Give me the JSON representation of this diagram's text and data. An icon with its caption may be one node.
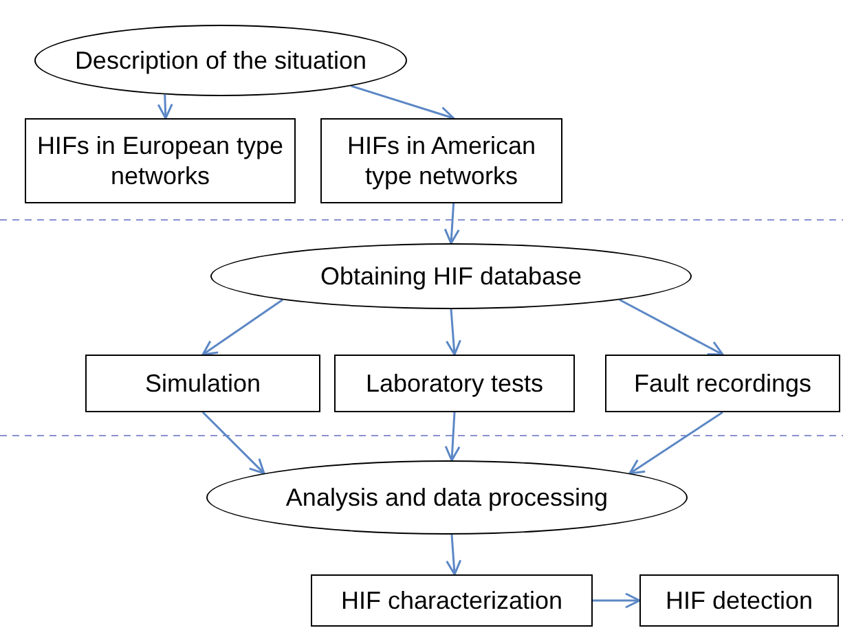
{
  "diagram": {
    "nodes": [
      {
        "text": [
          "Description of the situation"
        ]
      },
      {
        "text": [
          "HIFs in European type networks"
        ]
      },
      {
        "text": [
          "HIFs in American type networks"
        ]
      },
      {
        "text": [
          "Obtaining HIF database"
        ]
      },
      {
        "text": [
          "Simulation"
        ]
      },
      {
        "text": [
          "Laboratory tests"
        ]
      },
      {
        "text": [
          "Fault recordings"
        ]
      },
      {
        "text": [
          "Analysis and data processing"
        ]
      },
      {
        "text": [
          "HIF characterization"
        ]
      },
      {
        "text": [
          "HIF detection"
        ]
      }
    ],
    "edges": [
      {
        "from": 0,
        "to": 1,
        "arrow": "to"
      },
      {
        "from": 0,
        "to": 2,
        "arrow": "to"
      },
      {
        "from": 2,
        "to": 3,
        "arrow": "to"
      },
      {
        "from": 3,
        "to": 4,
        "arrow": "to"
      },
      {
        "from": 3,
        "to": 5,
        "arrow": "to"
      },
      {
        "from": 3,
        "to": 6,
        "arrow": "to"
      },
      {
        "from": 4,
        "to": 7,
        "arrow": "to"
      },
      {
        "from": 5,
        "to": 7,
        "arrow": "to"
      },
      {
        "from": 6,
        "to": 7,
        "arrow": "to"
      },
      {
        "from": 7,
        "to": 8,
        "arrow": "to"
      },
      {
        "from": 8,
        "to": 9,
        "arrow": "to"
      }
    ]
  }
}
